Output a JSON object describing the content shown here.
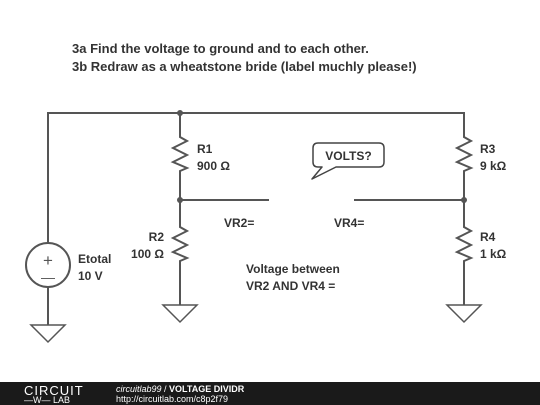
{
  "prompt": {
    "line1": "3a Find the voltage to ground and to each other.",
    "line2": "3b Redraw as a wheatstone bride (label muchly please!)"
  },
  "components": {
    "r1": {
      "name": "R1",
      "value": "900 Ω"
    },
    "r2": {
      "name": "R2",
      "value": "100 Ω"
    },
    "r3": {
      "name": "R3",
      "value": "9 kΩ"
    },
    "r4": {
      "name": "R4",
      "value": "1 kΩ"
    },
    "source": {
      "name": "Etotal",
      "value": "10 V",
      "plus": "+",
      "minus": "—"
    }
  },
  "annotations": {
    "vr2": "VR2=",
    "vr4": "VR4=",
    "volts_bubble": "VOLTS?",
    "between_line1": "Voltage between",
    "between_line2": "VR2 AND VR4 ="
  },
  "footer": {
    "logo_top": "CIRCUIT",
    "logo_bottom": "—W— LAB",
    "user": "circuitlab99",
    "separator": " / ",
    "title": "VOLTAGE DIVIDR",
    "url": "http://circuitlab.com/c8p2f79"
  },
  "colors": {
    "wire": "#555555",
    "text": "#333333",
    "footer_bg": "#1a1a1a"
  }
}
